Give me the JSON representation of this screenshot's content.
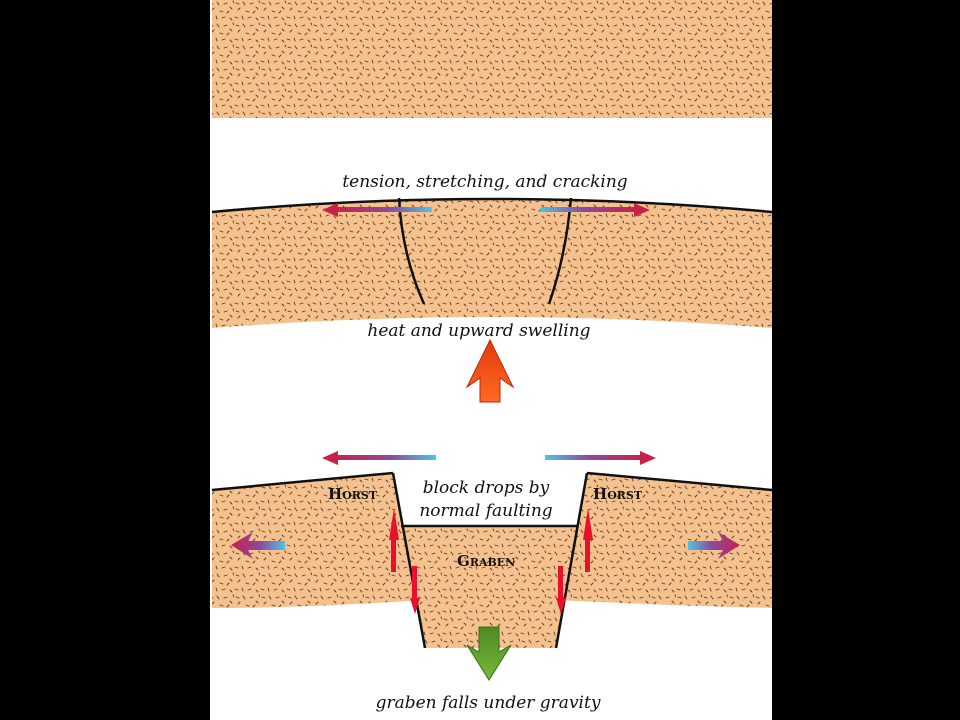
{
  "captions": {
    "tension": "tension, stretching, and cracking",
    "heat": "heat and upward swelling",
    "block_line1": "block drops by",
    "block_line2": "normal faulting",
    "graben_falls": "graben falls under gravity"
  },
  "labels": {
    "horst_left_initial": "H",
    "horst_left_rest": "ORST",
    "horst_right_initial": "H",
    "horst_right_rest": "ORST",
    "graben_initial": "G",
    "graben_rest": "RABEN"
  },
  "colors": {
    "background": "#000000",
    "panel": "#ffffff",
    "crust_fill": "#f5c28f",
    "speckle": "#5a3a1f",
    "arrow_red": "#c8214a",
    "arrow_purple": "#7a4aa8",
    "arrow_cyan": "#4fc3e8",
    "swell_arrow": "#f04a12",
    "gravity_arrow": "#5c9a2a",
    "slip_arrow": "#e8102a"
  },
  "icons": {
    "swell": "up-arrow-icon",
    "gravity": "down-arrow-icon",
    "tension": "double-headed-arrow-icon",
    "slip": "half-arrow-icon"
  }
}
